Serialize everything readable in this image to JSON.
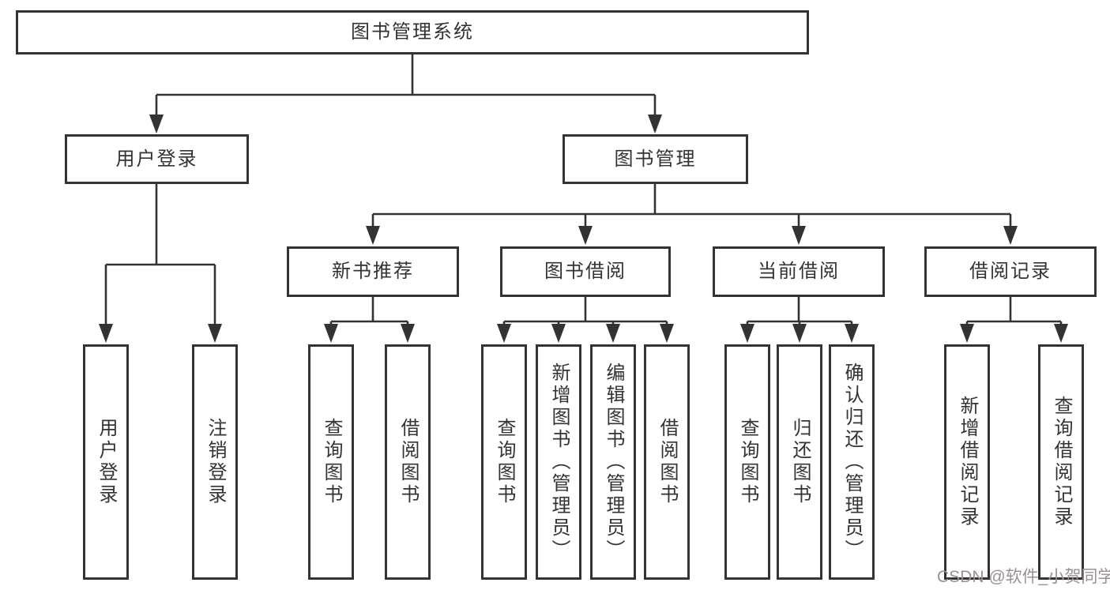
{
  "colors": {
    "line": "#333333",
    "box_border": "#333333",
    "text": "#333333",
    "watermark": "#9b9191",
    "background": "#ffffff"
  },
  "watermark": {
    "text": "CSDN @软件_小贺同学"
  },
  "diagram": {
    "type": "hierarchy",
    "root": {
      "label": "图书管理系统"
    },
    "branches": [
      {
        "label": "用户登录",
        "children": [
          {
            "label": "用户登录"
          },
          {
            "label": "注销登录"
          }
        ]
      },
      {
        "label": "图书管理",
        "children": [
          {
            "label": "新书推荐",
            "children": [
              {
                "label": "查询图书"
              },
              {
                "label": "借阅图书"
              }
            ]
          },
          {
            "label": "图书借阅",
            "children": [
              {
                "label": "查询图书"
              },
              {
                "label": "新增图书（管理员）"
              },
              {
                "label": "编辑图书（管理员）"
              },
              {
                "label": "借阅图书"
              }
            ]
          },
          {
            "label": "当前借阅",
            "children": [
              {
                "label": "查询图书"
              },
              {
                "label": "归还图书"
              },
              {
                "label": "确认归还（管理员）"
              }
            ]
          },
          {
            "label": "借阅记录",
            "children": [
              {
                "label": "新增借阅记录"
              },
              {
                "label": "查询借阅记录"
              }
            ]
          }
        ]
      }
    ]
  }
}
